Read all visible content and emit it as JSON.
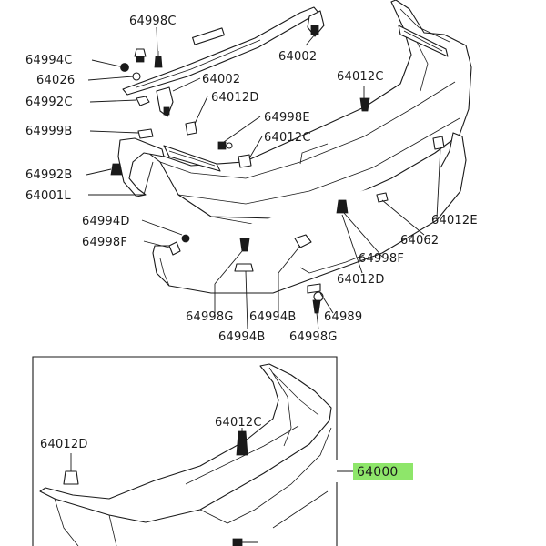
{
  "diagram": {
    "highlight_color": "#8ee66a",
    "upper_labels": {
      "l64998c_top": "64998C",
      "l64994c": "64994C",
      "l64026": "64026",
      "l64992c": "64992C",
      "l64999b": "64999B",
      "l64992b": "64992B",
      "l64001l": "64001L",
      "l64994d": "64994D",
      "l64998f_left": "64998F",
      "l64002_top": "64002",
      "l64002_mid": "64002",
      "l64012c_a": "64012C",
      "l64012d_a": "64012D",
      "l64998e": "64998E",
      "l64012c_b": "64012C",
      "l64012e": "64012E",
      "l64062": "64062",
      "l64998f_right": "64998F",
      "l64012d_b": "64012D",
      "l64998g_a": "64998G",
      "l64994b_a": "64994B",
      "l64994b_b": "64994B",
      "l64989": "64989",
      "l64998g_b": "64998G"
    },
    "lower_labels": {
      "l64012c": "64012C",
      "l64012d": "64012D",
      "l64000": "64000"
    }
  }
}
